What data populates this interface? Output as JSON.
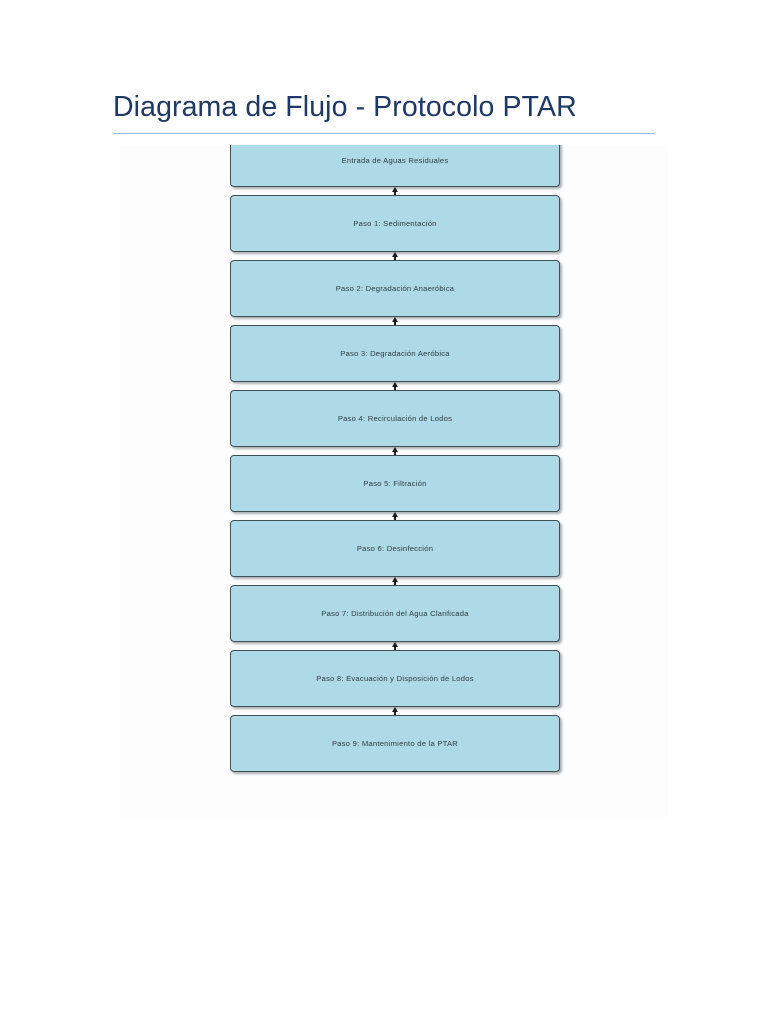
{
  "document": {
    "title": "Diagrama de Flujo - Protocolo PTAR"
  },
  "diagram": {
    "type": "flowchart",
    "orientation": "vertical",
    "flow_direction": "bottom-to-top",
    "colors": {
      "node_fill": "#AED9E6",
      "node_border": "#3F4F56",
      "node_text": "#2E3B42",
      "title_text": "#1F3864",
      "title_rule": "#9DB7D8",
      "arrow": "#1B1B1B",
      "canvas": "#FDFDFD"
    },
    "nodes": [
      {
        "id": "entrada",
        "label": "Entrada de Aguas Residuales",
        "clipped": true
      },
      {
        "id": "paso1",
        "label": "Paso 1: Sedimentación",
        "clipped": false
      },
      {
        "id": "paso2",
        "label": "Paso 2: Degradación Anaeróbica",
        "clipped": false
      },
      {
        "id": "paso3",
        "label": "Paso 3: Degradación Aeróbica",
        "clipped": false
      },
      {
        "id": "paso4",
        "label": "Paso 4: Recirculación de Lodos",
        "clipped": false
      },
      {
        "id": "paso5",
        "label": "Paso 5: Filtración",
        "clipped": false
      },
      {
        "id": "paso6",
        "label": "Paso 6: Desinfección",
        "clipped": false
      },
      {
        "id": "paso7",
        "label": "Paso 7: Distribución del Agua Clarificada",
        "clipped": false
      },
      {
        "id": "paso8",
        "label": "Paso 8: Evacuación y Disposición de Lodos",
        "clipped": false
      },
      {
        "id": "paso9",
        "label": "Paso 9: Mantenimiento de la PTAR",
        "clipped": false
      }
    ],
    "connectors": [
      {
        "from": "paso1",
        "to": "entrada",
        "arrowhead": "up"
      },
      {
        "from": "paso2",
        "to": "paso1",
        "arrowhead": "up"
      },
      {
        "from": "paso3",
        "to": "paso2",
        "arrowhead": "up"
      },
      {
        "from": "paso4",
        "to": "paso3",
        "arrowhead": "up"
      },
      {
        "from": "paso5",
        "to": "paso4",
        "arrowhead": "up"
      },
      {
        "from": "paso6",
        "to": "paso5",
        "arrowhead": "up"
      },
      {
        "from": "paso7",
        "to": "paso6",
        "arrowhead": "up"
      },
      {
        "from": "paso8",
        "to": "paso7",
        "arrowhead": "up"
      },
      {
        "from": "paso9",
        "to": "paso8",
        "arrowhead": "up"
      }
    ]
  }
}
